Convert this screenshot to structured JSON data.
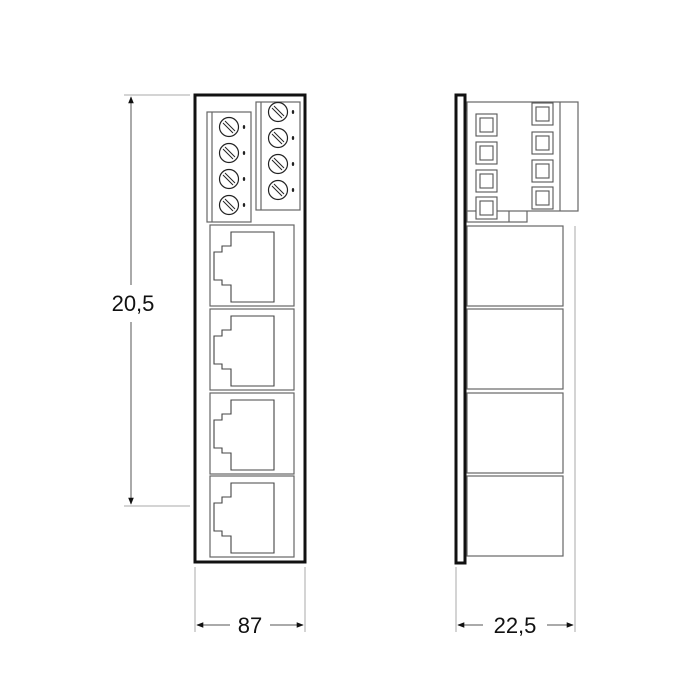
{
  "dimensions": {
    "height_label": "20,5",
    "front_width_label": "87",
    "side_depth_label": "22,5"
  },
  "views": {
    "front": {
      "terminal_blocks": 2,
      "screws_per_block": 4,
      "rj45_ports": 4
    },
    "side": {
      "terminal_blocks": 2,
      "port_housings": 4
    }
  }
}
